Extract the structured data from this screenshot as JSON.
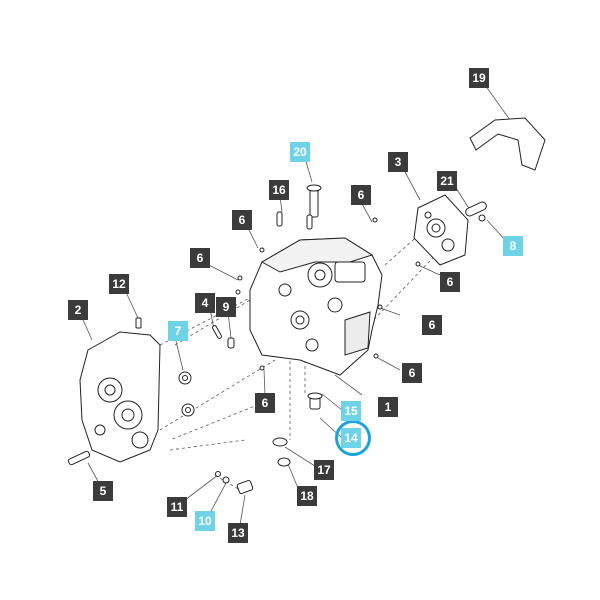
{
  "diagram": {
    "colors": {
      "callout_dark": "#3b3b3b",
      "callout_cyan": "#6ed3e6",
      "highlight_ring": "#1aa3dc",
      "line": "#555555"
    },
    "highlighted": "14",
    "callouts": [
      {
        "id": "c1",
        "label": "1",
        "style": "dark"
      },
      {
        "id": "c2",
        "label": "2",
        "style": "dark"
      },
      {
        "id": "c3",
        "label": "3",
        "style": "dark"
      },
      {
        "id": "c4",
        "label": "4",
        "style": "dark"
      },
      {
        "id": "c5",
        "label": "5",
        "style": "dark"
      },
      {
        "id": "c6a",
        "label": "6",
        "style": "dark"
      },
      {
        "id": "c6b",
        "label": "6",
        "style": "dark"
      },
      {
        "id": "c6c",
        "label": "6",
        "style": "dark"
      },
      {
        "id": "c6d",
        "label": "6",
        "style": "dark"
      },
      {
        "id": "c6e",
        "label": "6",
        "style": "dark"
      },
      {
        "id": "c6f",
        "label": "6",
        "style": "dark"
      },
      {
        "id": "c6g",
        "label": "6",
        "style": "dark"
      },
      {
        "id": "c7",
        "label": "7",
        "style": "cyan"
      },
      {
        "id": "c8",
        "label": "8",
        "style": "cyan"
      },
      {
        "id": "c9",
        "label": "9",
        "style": "dark"
      },
      {
        "id": "c10",
        "label": "10",
        "style": "cyan"
      },
      {
        "id": "c11",
        "label": "11",
        "style": "dark"
      },
      {
        "id": "c12",
        "label": "12",
        "style": "dark"
      },
      {
        "id": "c13",
        "label": "13",
        "style": "dark"
      },
      {
        "id": "c14",
        "label": "14",
        "style": "cyan"
      },
      {
        "id": "c15",
        "label": "15",
        "style": "cyan"
      },
      {
        "id": "c16",
        "label": "16",
        "style": "dark"
      },
      {
        "id": "c17",
        "label": "17",
        "style": "dark"
      },
      {
        "id": "c18",
        "label": "18",
        "style": "dark"
      },
      {
        "id": "c19",
        "label": "19",
        "style": "dark"
      },
      {
        "id": "c20",
        "label": "20",
        "style": "cyan"
      },
      {
        "id": "c21",
        "label": "21",
        "style": "dark"
      }
    ]
  }
}
